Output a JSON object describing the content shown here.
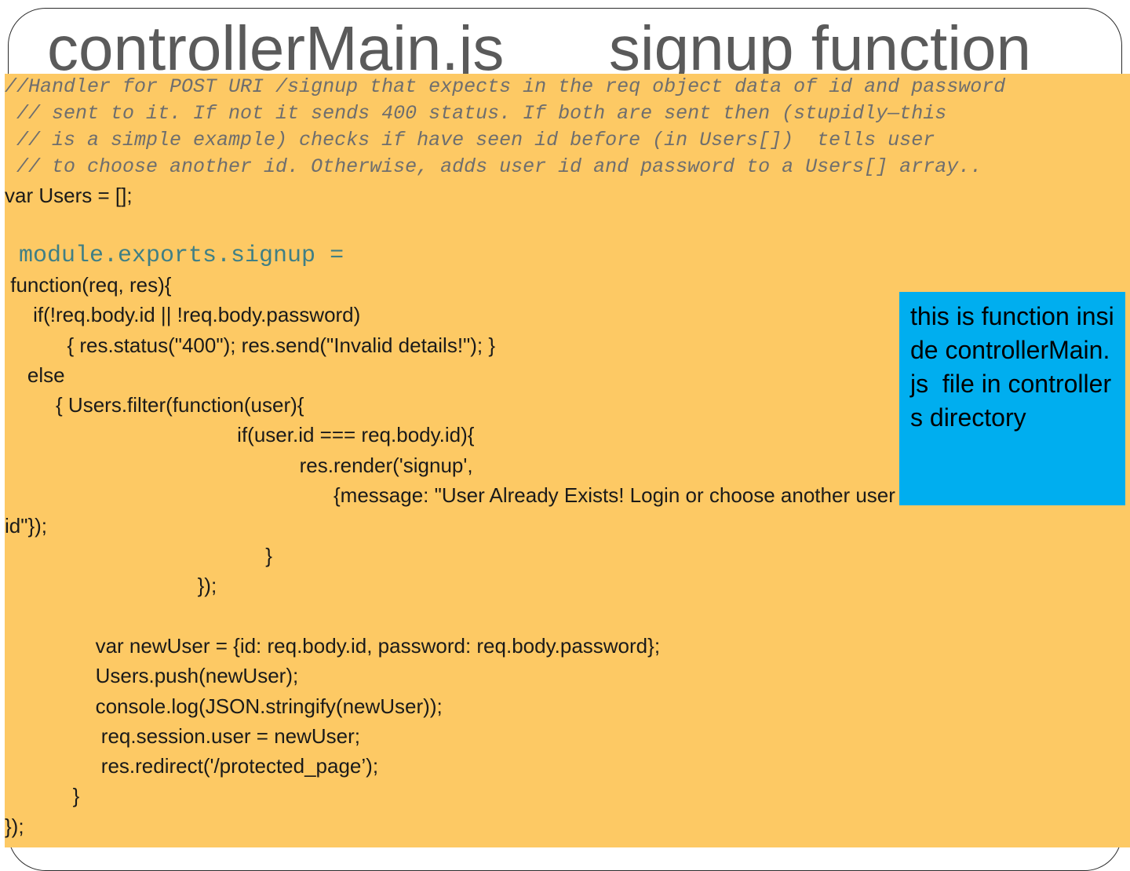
{
  "slide": {
    "title": "controllerMain.js  _  signup function",
    "comments": [
      "//Handler for POST URI /signup that expects in the req object data of id and password",
      " // sent to it. If not it sends 400 status. If both are sent then (stupidly—this",
      " // is a simple example) checks if have seen id before (in Users[])  tells user",
      " // to choose another id. Otherwise, adds user id and password to a Users[] array.."
    ],
    "code": {
      "users_decl": "var Users = [];",
      "exports_line": " module.exports.signup =",
      "lines": [
        " function(req, res){",
        "     if(!req.body.id || !req.body.password)",
        "           { res.status(\"400\"); res.send(\"Invalid details!\"); }",
        "    else",
        "         { Users.filter(function(user){",
        "                                         if(user.id === req.body.id){",
        "                                                    res.render('signup',",
        "                                                          {message: \"User Already Exists! Login or choose another user",
        "id\"});",
        "                                              }",
        "                                  });",
        "",
        "                var newUser = {id: req.body.id, password: req.body.password};",
        "                Users.push(newUser);",
        "                console.log(JSON.stringify(newUser));",
        "                 req.session.user = newUser;",
        "                 res.redirect('/protected_page’);",
        "            }",
        "});"
      ]
    },
    "callout": "this is function inside controllerMain.js  file in controllers directory",
    "colors": {
      "code_background": "#fdc964",
      "callout_background": "#00aeef",
      "title": "#5a5a5a",
      "comment": "#6e6e6e",
      "exports_keyword": "#3f7f85"
    }
  }
}
